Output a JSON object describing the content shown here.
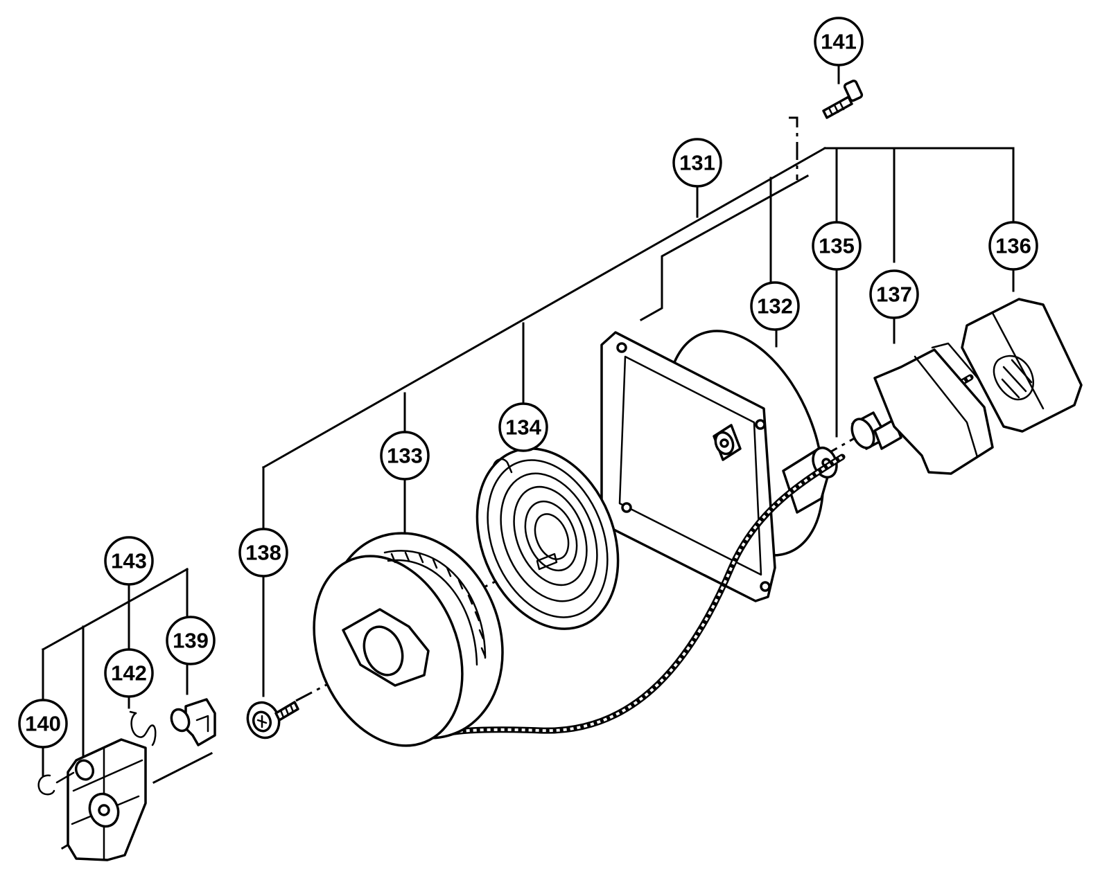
{
  "callouts": [
    {
      "id": "c141",
      "label": "141"
    },
    {
      "id": "c131",
      "label": "131"
    },
    {
      "id": "c135",
      "label": "135"
    },
    {
      "id": "c136",
      "label": "136"
    },
    {
      "id": "c132",
      "label": "132"
    },
    {
      "id": "c137",
      "label": "137"
    },
    {
      "id": "c134",
      "label": "134"
    },
    {
      "id": "c133",
      "label": "133"
    },
    {
      "id": "c138",
      "label": "138"
    },
    {
      "id": "c143",
      "label": "143"
    },
    {
      "id": "c139",
      "label": "139"
    },
    {
      "id": "c142",
      "label": "142"
    },
    {
      "id": "c140",
      "label": "140"
    }
  ]
}
